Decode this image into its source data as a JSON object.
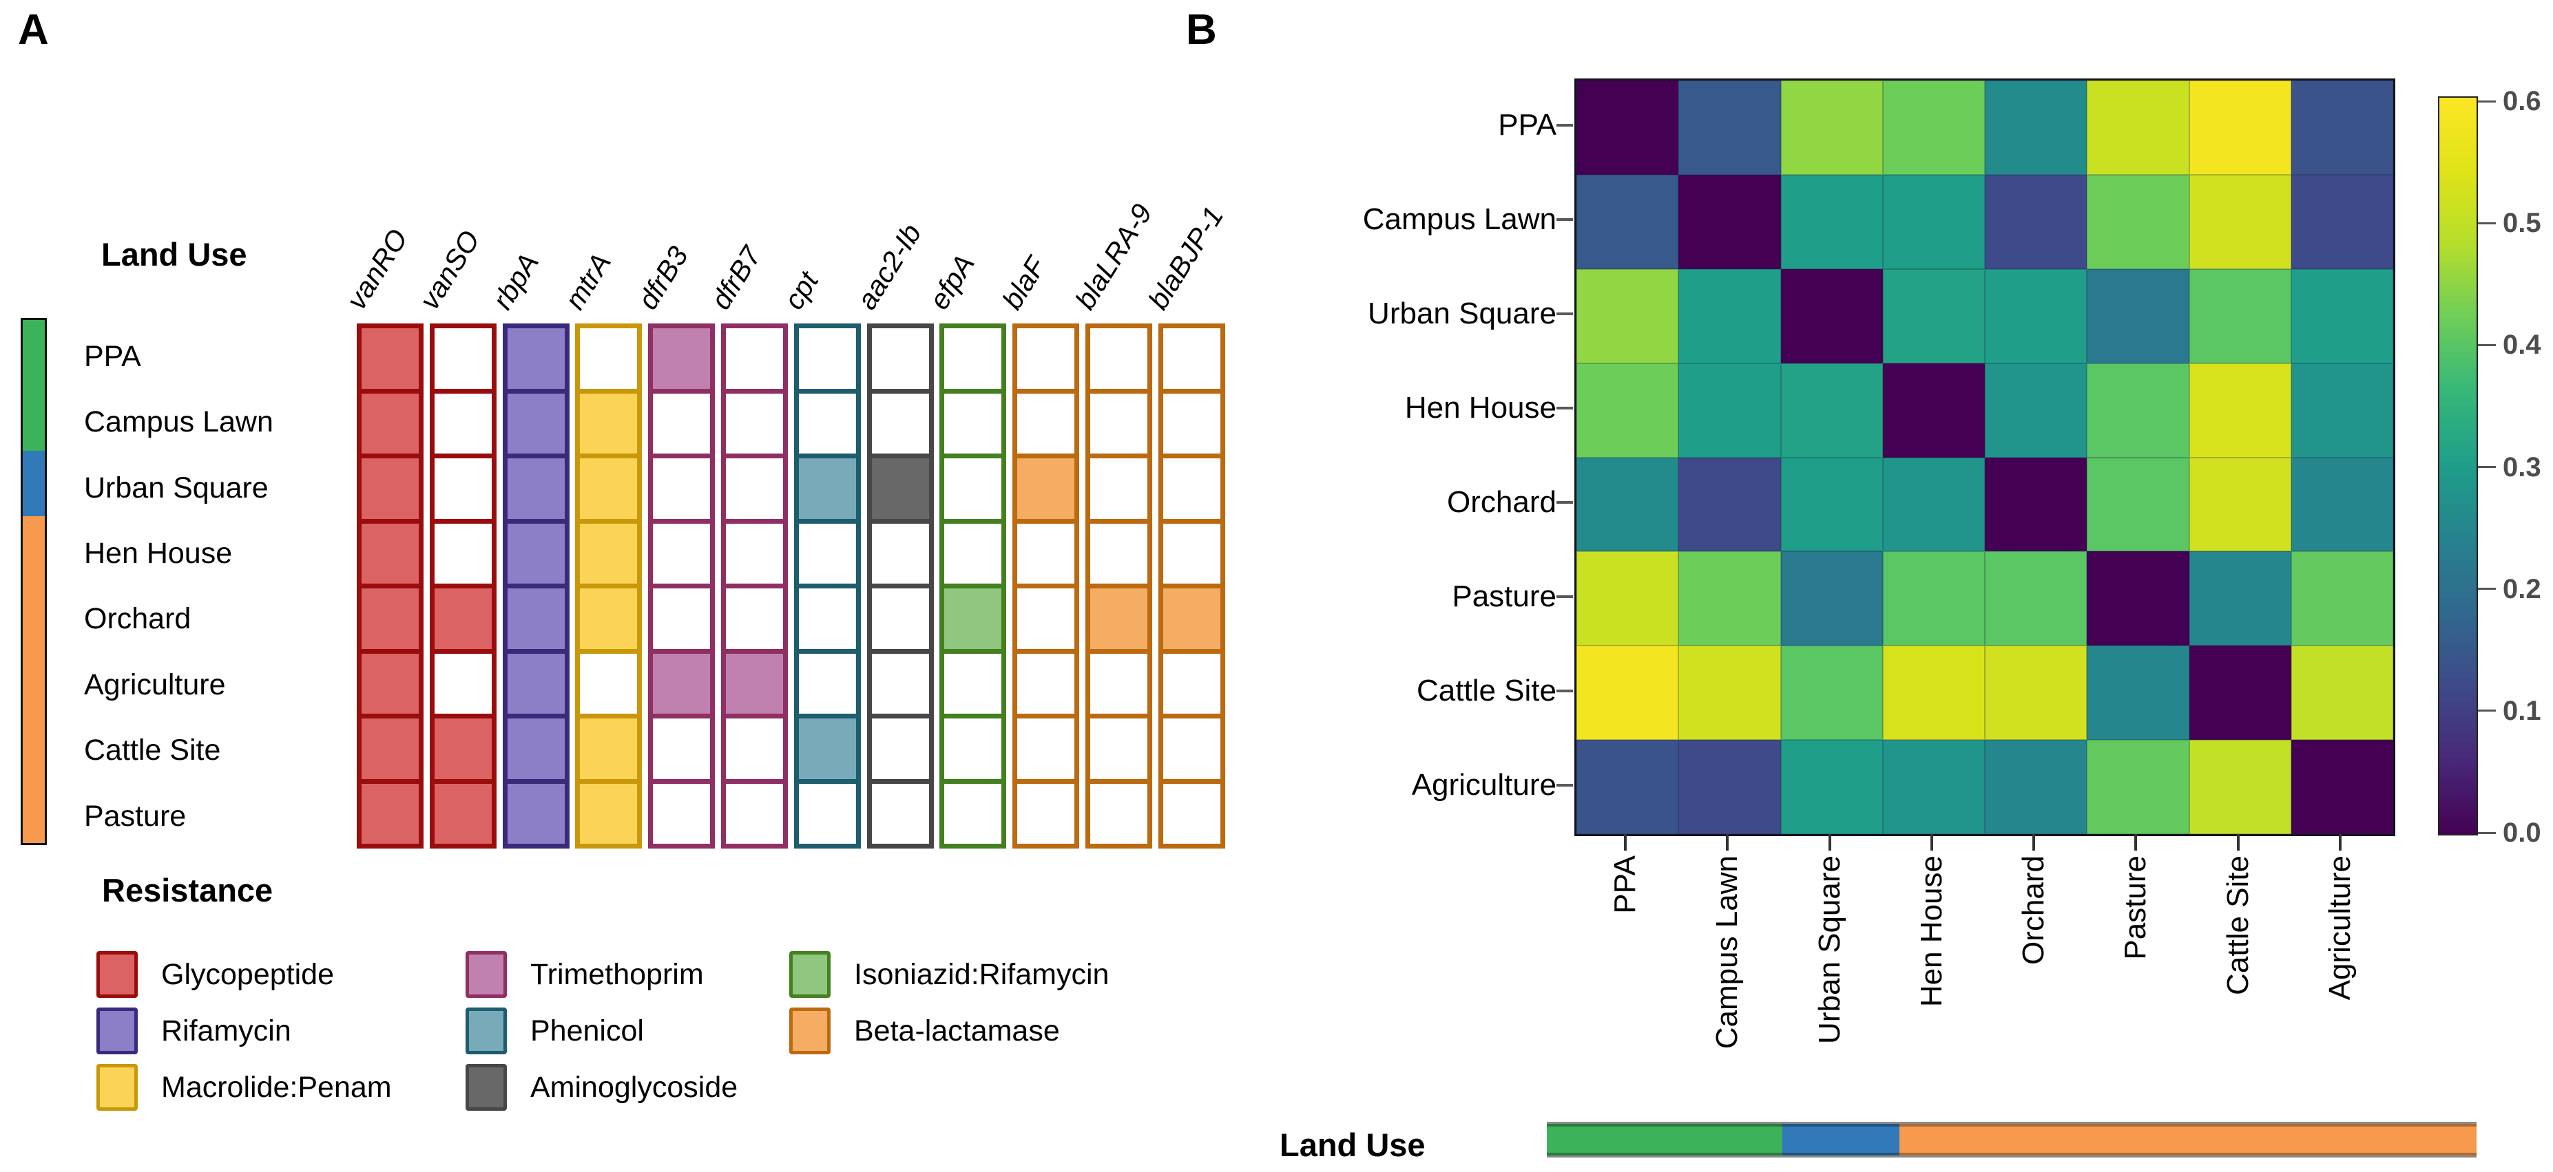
{
  "figure": {
    "panel_a": {
      "label": "A",
      "side_title": "Land Use",
      "rows": [
        "PPA",
        "Campus Lawn",
        "Urban Square",
        "Hen House",
        "Orchard",
        "Agriculture",
        "Cattle Site",
        "Pasture"
      ],
      "land_use_groups": [
        {
          "name": "green-land-use",
          "color": "#3cb25a",
          "rows": 2
        },
        {
          "name": "blue-land-use",
          "color": "#3179b8",
          "rows": 1
        },
        {
          "name": "orange-land-use",
          "color": "#f79a4e",
          "rows": 5
        }
      ],
      "genes": [
        "vanRO",
        "vanSO",
        "rbpA",
        "mtrA",
        "dfrB3",
        "dfrB7",
        "cpt",
        "aac2-Ib",
        "efpA",
        "blaF",
        "blaLRA-9",
        "blaBJP-1"
      ],
      "gene_classes": [
        "Glycopeptide",
        "Glycopeptide",
        "Rifamycin",
        "Macrolide:Penam",
        "Trimethoprim",
        "Trimethoprim",
        "Phenicol",
        "Aminoglycoside",
        "Isoniazid:Rifamycin",
        "Beta-lactamase",
        "Beta-lactamase",
        "Beta-lactamase"
      ],
      "class_styles": {
        "Glycopeptide": {
          "fill": "#dc6363",
          "border": "#9b0d0d"
        },
        "Rifamycin": {
          "fill": "#8d7fc7",
          "border": "#3a2a7c"
        },
        "Macrolide:Penam": {
          "fill": "#fbd457",
          "border": "#c9980a"
        },
        "Trimethoprim": {
          "fill": "#c181af",
          "border": "#8f2f63"
        },
        "Phenicol": {
          "fill": "#79aaba",
          "border": "#1d5d6d"
        },
        "Aminoglycoside": {
          "fill": "#686868",
          "border": "#474747"
        },
        "Isoniazid:Rifamycin": {
          "fill": "#90c67f",
          "border": "#44801f"
        },
        "Beta-lactamase": {
          "fill": "#f5ad64",
          "border": "#bc6a10"
        }
      },
      "legend": {
        "title": "Resistance",
        "columns": [
          [
            "Glycopeptide",
            "Rifamycin",
            "Macrolide:Penam"
          ],
          [
            "Trimethoprim",
            "Phenicol",
            "Aminoglycoside"
          ],
          [
            "Isoniazid:Rifamycin",
            "Beta-lactamase"
          ]
        ]
      }
    },
    "panel_b": {
      "label": "B",
      "categories": [
        "PPA",
        "Campus Lawn",
        "Urban Square",
        "Hen House",
        "Orchard",
        "Pasture",
        "Cattle Site",
        "Agriculture"
      ],
      "colorbar": {
        "tick_labels": [
          "0.0",
          "0.1",
          "0.2",
          "0.3",
          "0.4",
          "0.5",
          "0.6"
        ],
        "min": 0.0,
        "max": 0.6
      },
      "viridis_stops": [
        "#440154",
        "#482878",
        "#3e4a89",
        "#31688e",
        "#26828e",
        "#1f9e89",
        "#35b779",
        "#6dcd59",
        "#b4de2c",
        "#dfe318",
        "#fde725"
      ],
      "land_use_label": "Land Use",
      "land_use_segments": [
        {
          "name": "green-land-use",
          "color": "#3cb25a",
          "fraction": 0.253
        },
        {
          "name": "blue-land-use",
          "color": "#3179b8",
          "fraction": 0.126
        },
        {
          "name": "orange-land-use",
          "color": "#f79a4e",
          "fraction": 0.621
        }
      ]
    }
  },
  "chart_data": [
    {
      "type": "heatmap",
      "panel": "A",
      "title": "Resistance gene presence by land use",
      "rows": [
        "PPA",
        "Campus Lawn",
        "Urban Square",
        "Hen House",
        "Orchard",
        "Agriculture",
        "Cattle Site",
        "Pasture"
      ],
      "columns": [
        "vanRO",
        "vanSO",
        "rbpA",
        "mtrA",
        "dfrB3",
        "dfrB7",
        "cpt",
        "aac2-Ib",
        "efpA",
        "blaF",
        "blaLRA-9",
        "blaBJP-1"
      ],
      "values": [
        [
          1,
          0,
          1,
          0,
          1,
          0,
          0,
          0,
          0,
          0,
          0,
          0
        ],
        [
          1,
          0,
          1,
          1,
          0,
          0,
          0,
          0,
          0,
          0,
          0,
          0
        ],
        [
          1,
          0,
          1,
          1,
          0,
          0,
          1,
          1,
          0,
          1,
          0,
          0
        ],
        [
          1,
          0,
          1,
          1,
          0,
          0,
          0,
          0,
          0,
          0,
          0,
          0
        ],
        [
          1,
          1,
          1,
          1,
          0,
          0,
          0,
          0,
          1,
          0,
          1,
          1
        ],
        [
          1,
          0,
          1,
          0,
          1,
          1,
          0,
          0,
          0,
          0,
          0,
          0
        ],
        [
          1,
          1,
          1,
          1,
          0,
          0,
          1,
          0,
          0,
          0,
          0,
          0
        ],
        [
          1,
          1,
          1,
          1,
          0,
          0,
          0,
          0,
          0,
          0,
          0,
          0
        ]
      ],
      "value_meaning": "1 = gene detected (cell filled with resistance-class color), 0 = absent (white)",
      "legend_position": "bottom-left",
      "grid": true
    },
    {
      "type": "heatmap",
      "panel": "B",
      "title": "Pairwise dissimilarity between land uses (viridis)",
      "rows": [
        "PPA",
        "Campus Lawn",
        "Urban Square",
        "Hen House",
        "Orchard",
        "Pasture",
        "Cattle Site",
        "Agriculture"
      ],
      "columns": [
        "PPA",
        "Campus Lawn",
        "Urban Square",
        "Hen House",
        "Orchard",
        "Pasture",
        "Cattle Site",
        "Agriculture"
      ],
      "values": [
        [
          0.0,
          0.15,
          0.45,
          0.42,
          0.26,
          0.51,
          0.58,
          0.14
        ],
        [
          0.15,
          0.0,
          0.3,
          0.3,
          0.12,
          0.42,
          0.52,
          0.12
        ],
        [
          0.45,
          0.3,
          0.0,
          0.31,
          0.3,
          0.22,
          0.4,
          0.3
        ],
        [
          0.42,
          0.3,
          0.31,
          0.0,
          0.28,
          0.4,
          0.53,
          0.28
        ],
        [
          0.26,
          0.12,
          0.3,
          0.28,
          0.0,
          0.4,
          0.52,
          0.25
        ],
        [
          0.51,
          0.42,
          0.22,
          0.4,
          0.4,
          0.0,
          0.25,
          0.41
        ],
        [
          0.58,
          0.52,
          0.4,
          0.53,
          0.52,
          0.25,
          0.0,
          0.5
        ],
        [
          0.14,
          0.12,
          0.3,
          0.28,
          0.25,
          0.41,
          0.5,
          0.0
        ]
      ],
      "colormap": "viridis",
      "colorbar_range": [
        0.0,
        0.6
      ],
      "colorbar_ticks": [
        0.0,
        0.1,
        0.2,
        0.3,
        0.4,
        0.5,
        0.6
      ],
      "legend_position": "right-colorbar",
      "grid": false
    }
  ]
}
